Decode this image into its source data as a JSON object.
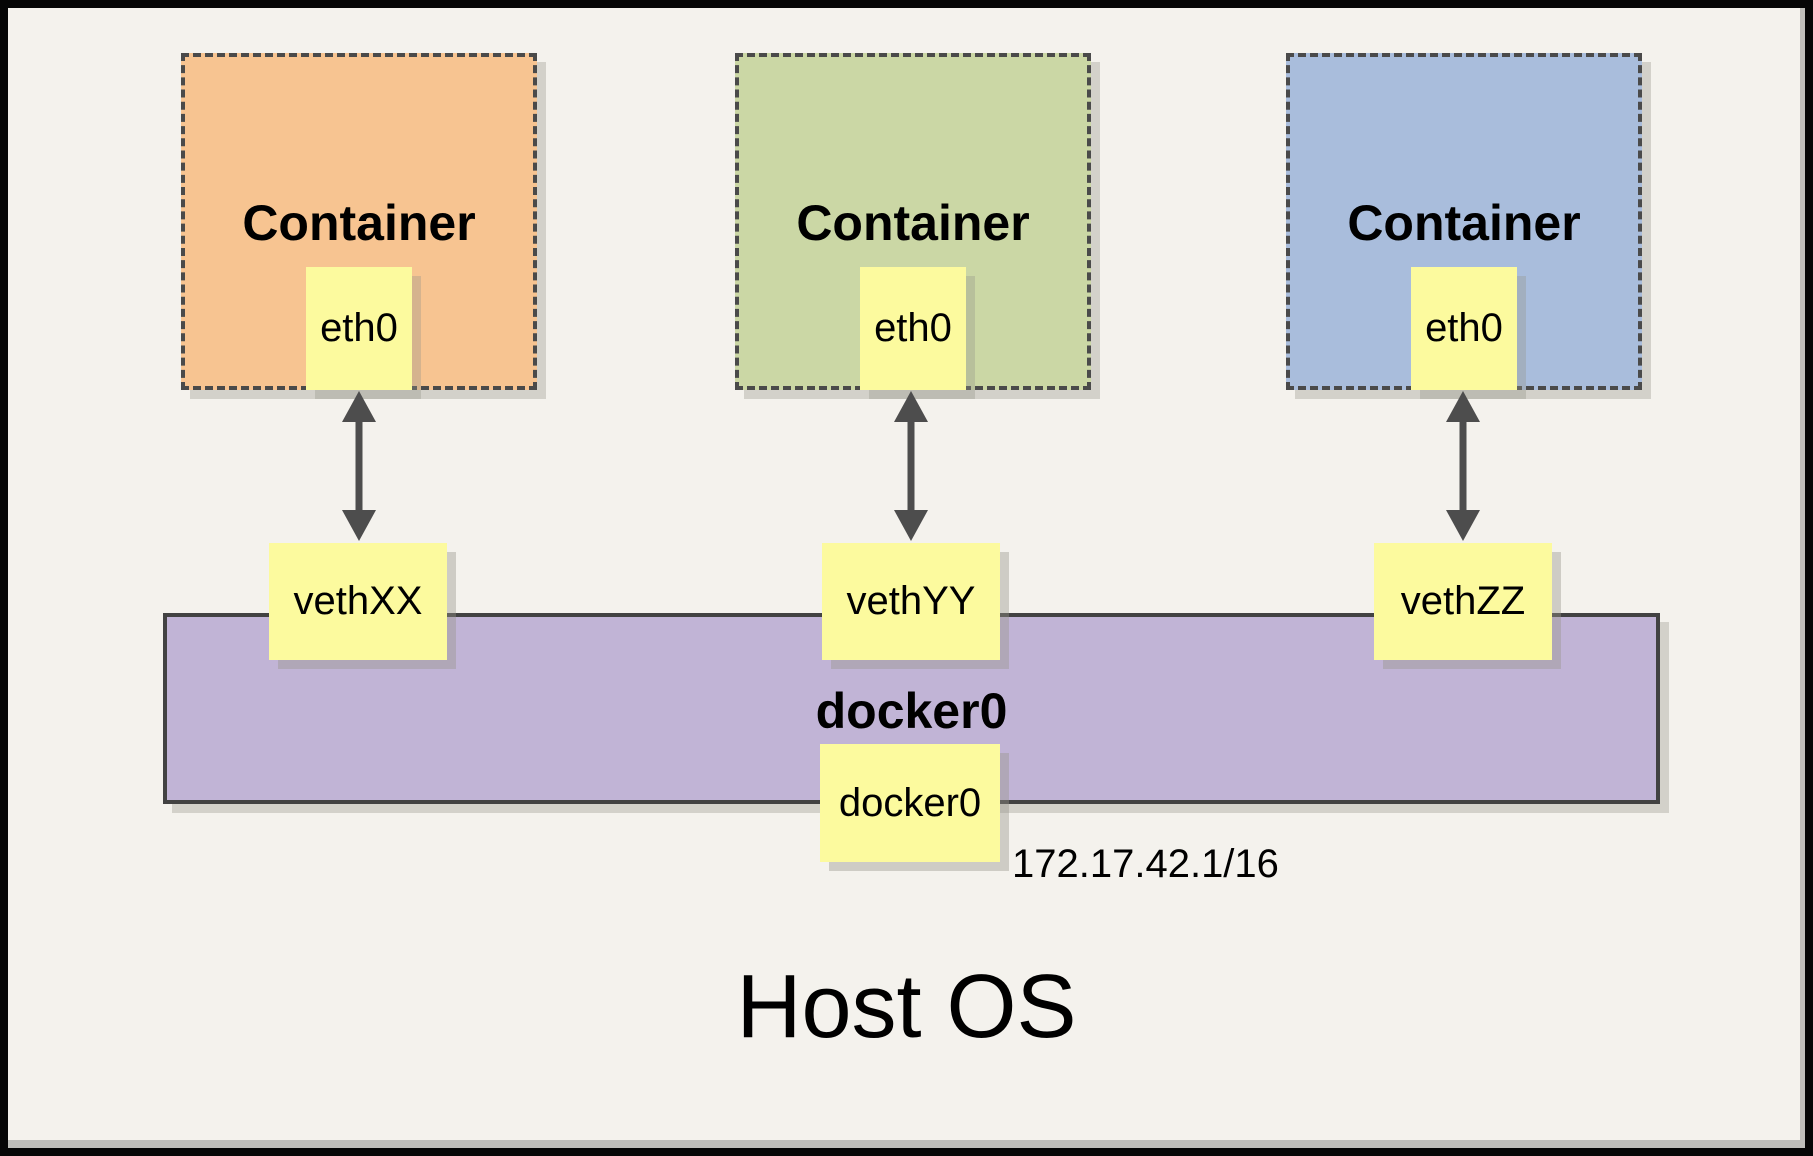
{
  "containers": [
    {
      "label": "Container",
      "interface": "eth0",
      "veth": "vethXX",
      "color": "#F7C491"
    },
    {
      "label": "Container",
      "interface": "eth0",
      "veth": "vethYY",
      "color": "#CBD7A5"
    },
    {
      "label": "Container",
      "interface": "eth0",
      "veth": "vethZZ",
      "color": "#A9BDDC"
    }
  ],
  "bridge": {
    "label": "docker0",
    "interface_box": "docker0",
    "ip": "172.17.42.1/16",
    "color": "#C1B4D6"
  },
  "host": {
    "label": "Host OS"
  },
  "colors": {
    "background": "#F4F2ED",
    "frame_border": "#060606",
    "dashed_border": "#4A4A4A",
    "interface_box": "#FCFA9E",
    "arrow": "#4D4D4D"
  }
}
